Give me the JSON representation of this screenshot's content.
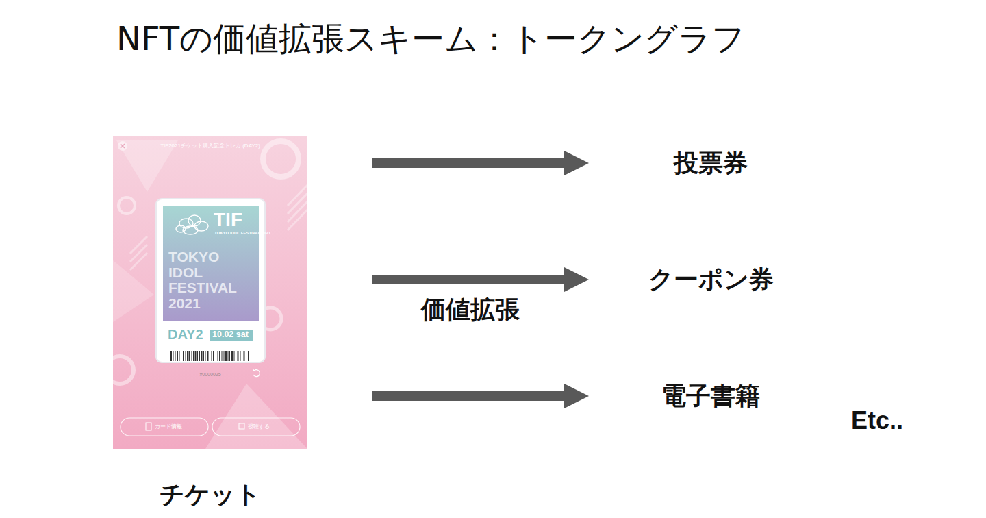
{
  "diagram": {
    "title": "NFTの価値拡張スキーム：トークングラフ",
    "nodes": [
      {
        "text": [
          "チケット"
        ]
      },
      {
        "text": [
          "投票券"
        ]
      },
      {
        "text": [
          "クーポン券"
        ]
      },
      {
        "text": [
          "電子書籍"
        ]
      }
    ],
    "edges": [
      {
        "from": 0,
        "to": 1,
        "arrow": "to"
      },
      {
        "from": 0,
        "to": 2,
        "label": "価値拡張",
        "arrow": "to"
      },
      {
        "from": 0,
        "to": 3,
        "arrow": "to"
      }
    ],
    "labels": [
      "TIF2021チケット購入記念トレカ (DAY2)",
      "TIF",
      "TOKYO IDOL FESTIVAL 2021",
      "TOKYO IDOL FESTIVAL 2021",
      "DAY2",
      "10.02 sat",
      "#0000025",
      "カード情報",
      "視聴する",
      "Etc.."
    ]
  }
}
